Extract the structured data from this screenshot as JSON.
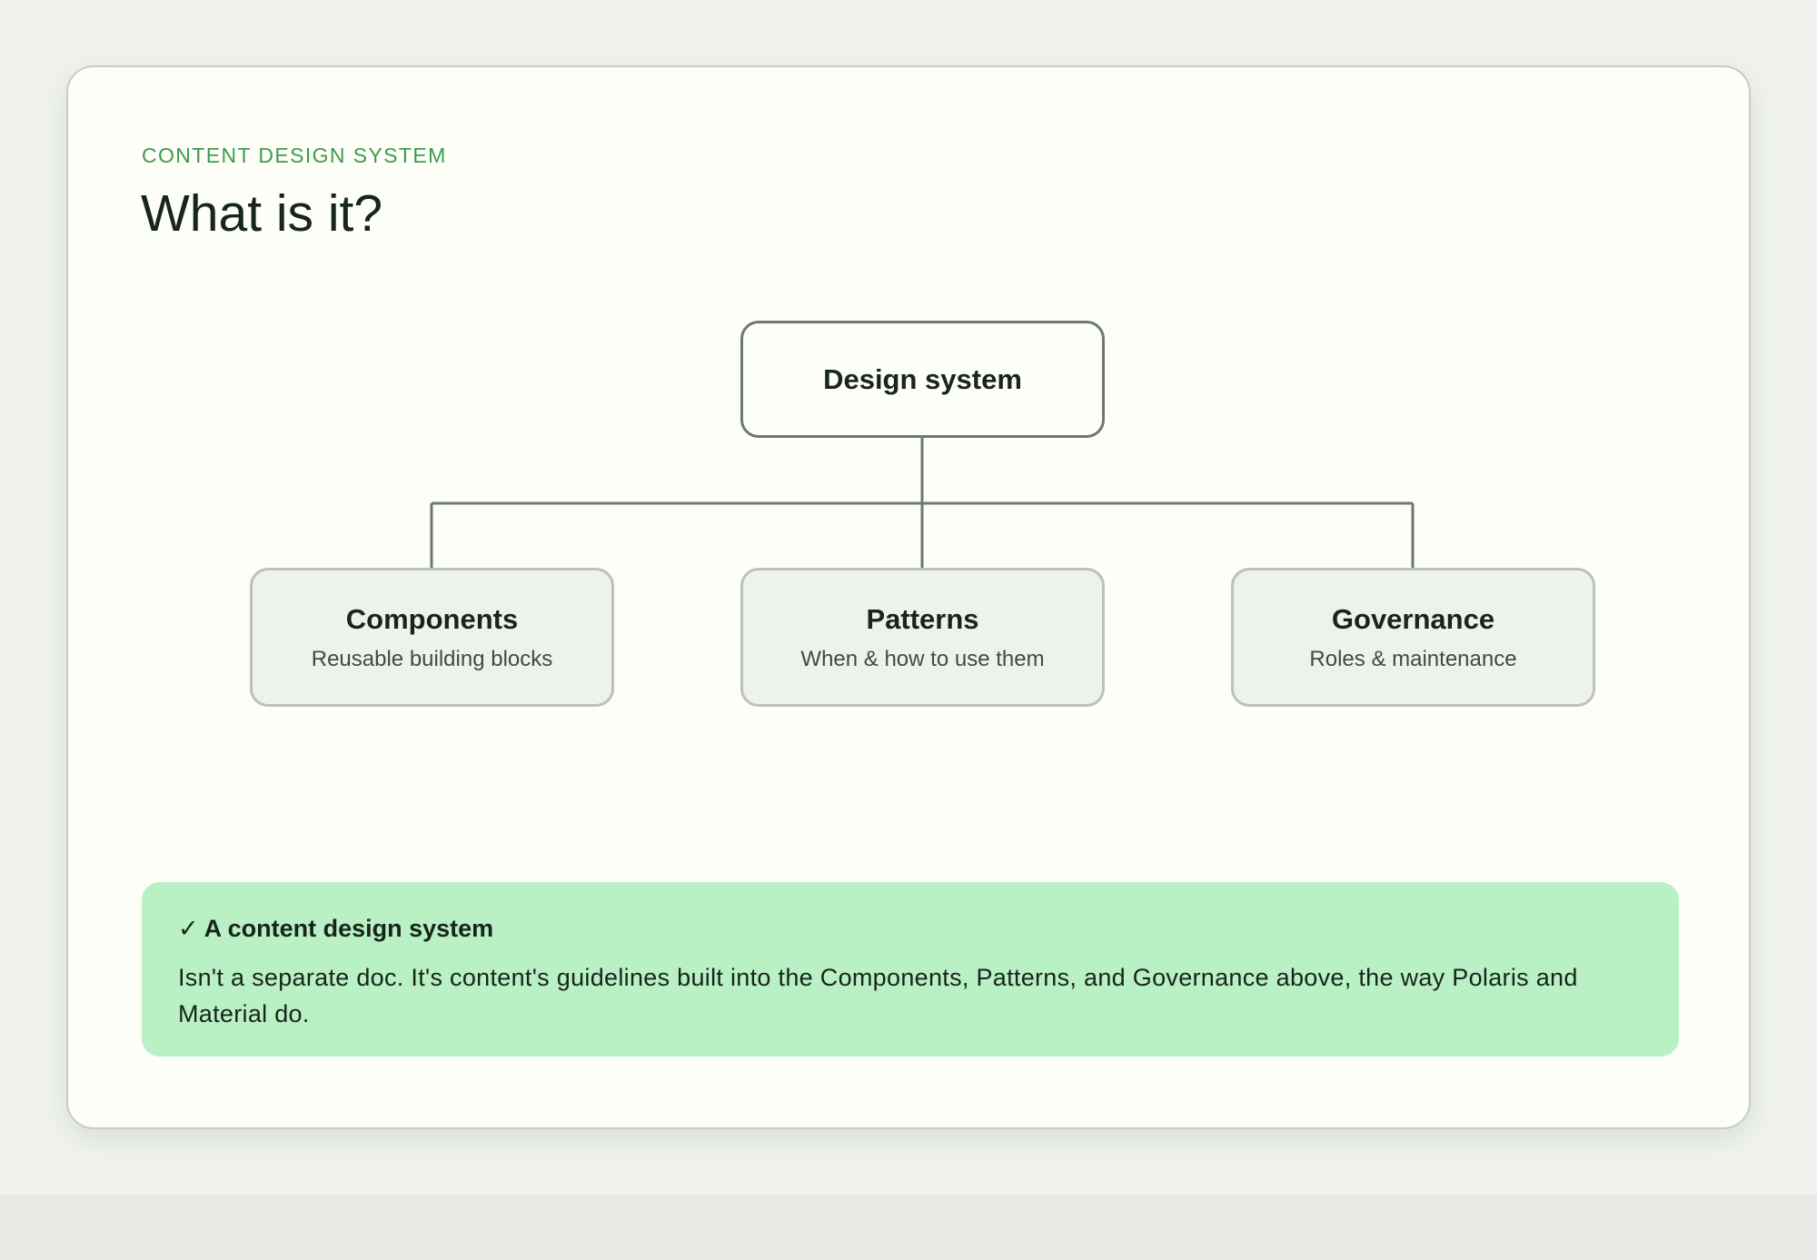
{
  "slide": {
    "eyebrow": "CONTENT DESIGN SYSTEM",
    "title": "What is it?"
  },
  "diagram": {
    "root": {
      "label": "Design system"
    },
    "children": [
      {
        "label": "Components",
        "sub": "Reusable building blocks"
      },
      {
        "label": "Patterns",
        "sub": "When & how to use them"
      },
      {
        "label": "Governance",
        "sub": "Roles & maintenance"
      }
    ]
  },
  "callout": {
    "icon": "check-icon",
    "icon_glyph": "✓",
    "title": "A content design system",
    "body": "Isn't a separate doc. It's content's guidelines built into the Components, Patterns, and Governance above, the way Polaris and Material do."
  },
  "colors": {
    "accent": "#3e9b4b",
    "callout_bg": "#b9f0c4",
    "card_bg": "#fcfef7",
    "page_bg": "#eff2ed",
    "connector": "#6b7a70"
  }
}
